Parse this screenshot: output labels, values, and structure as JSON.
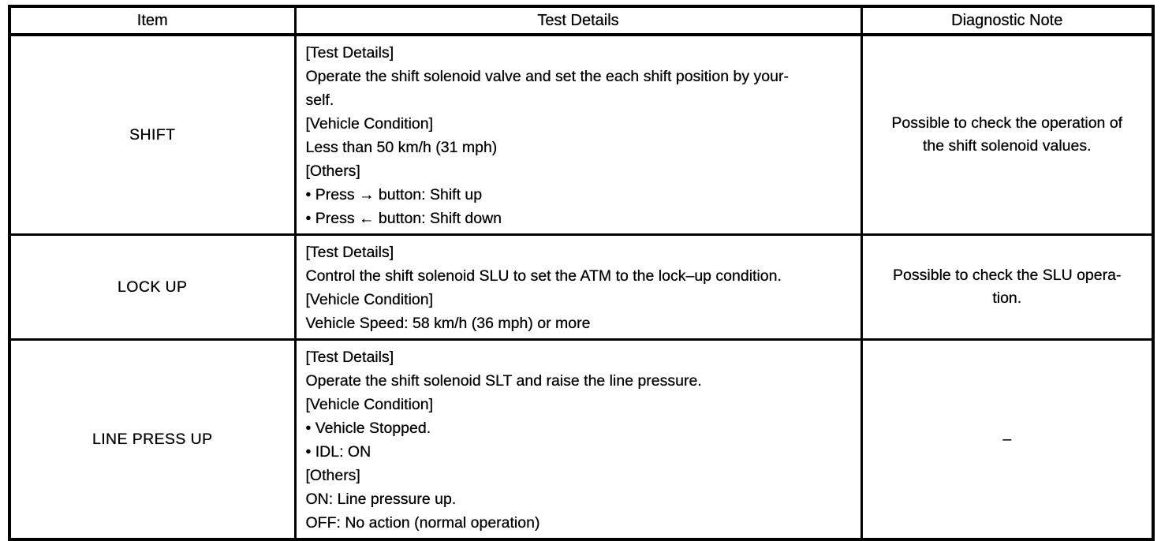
{
  "page": {
    "background_color": "#ffffff",
    "ink_color": "#000000"
  },
  "table": {
    "headers": [
      "Item",
      "Test Details",
      "Diagnostic Note"
    ],
    "rows": [
      {
        "item": "SHIFT",
        "test_details": "[Test Details]\nOperate the shift solenoid valve and set the each shift position by your-\nself.\n[Vehicle Condition]\nLess than 50 km/h (31 mph)\n[Others]\n• Press → button: Shift up\n• Press ← button: Shift down",
        "diagnostic_note": "Possible to check the operation of\nthe shift solenoid values."
      },
      {
        "item": "LOCK UP",
        "test_details": "[Test Details]\nControl the shift solenoid SLU to set the ATM to the lock–up condition.\n[Vehicle Condition]\nVehicle Speed: 58 km/h (36 mph) or more",
        "diagnostic_note": "Possible to check the SLU opera-\ntion."
      },
      {
        "item": "LINE PRESS UP",
        "test_details": "[Test Details]\nOperate the shift solenoid SLT and raise the line pressure.\n[Vehicle Condition]\n• Vehicle Stopped.\n• IDL: ON\n[Others]\nON: Line pressure up.\nOFF: No action (normal operation)",
        "diagnostic_note": "–"
      }
    ]
  }
}
